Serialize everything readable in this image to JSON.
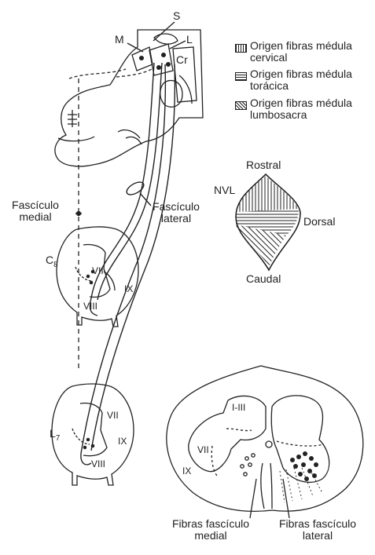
{
  "legend": [
    {
      "id": "cervical",
      "text": "Origen fibras médula cervical"
    },
    {
      "id": "toracica",
      "text": "Origen fibras médula torácica"
    },
    {
      "id": "lumbosacra",
      "text": "Origen fibras médula lumbosacra"
    }
  ],
  "labels": {
    "S": "S",
    "M": "M",
    "L": "L",
    "Cr": "Cr",
    "fasciculo_medial": "Fascículo medial",
    "fasciculo_lateral": "Fascículo lateral",
    "rostral": "Rostral",
    "nvl": "NVL",
    "dorsal": "Dorsal",
    "caudal": "Caudal",
    "c8": "C8",
    "l7": "L7",
    "vii_c8": "VII",
    "ix_c8": "IX",
    "viii_c8": "VIII",
    "vii_l7": "VII",
    "ix_l7": "IX",
    "viii_l7": "VIII",
    "i_iii": "I-III",
    "vii_cs": "VII",
    "ix_cs": "IX",
    "fibras_medial": "Fibras fascículo medial",
    "fibras_lateral": "Fibras fascículo lateral"
  }
}
